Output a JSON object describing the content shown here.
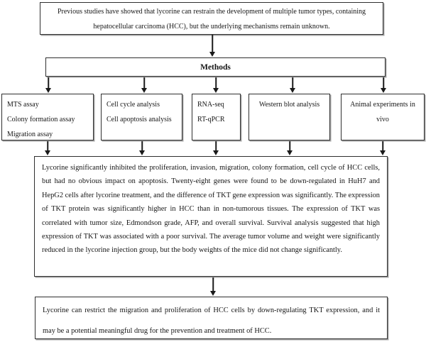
{
  "figure": {
    "premise": {
      "line1": "Previous studies have showed that lycorine can restrain the development of multiple tumor types, containing",
      "line2": "hepatocellular carcinoma (HCC), but the underlying mechanisms remain unknown."
    },
    "methods": {
      "label": "Methods"
    },
    "branches": [
      {
        "lines": [
          "MTS assay",
          "Colony formation assay",
          "Migration assay"
        ]
      },
      {
        "lines": [
          "Cell cycle analysis",
          "Cell apoptosis analysis"
        ]
      },
      {
        "lines": [
          "RNA-seq",
          "RT-qPCR"
        ]
      },
      {
        "lines": [
          "Western blot analysis"
        ]
      },
      {
        "lines": [
          "Animal experiments in",
          "vivo"
        ]
      }
    ],
    "results": {
      "text": "Lycorine significantly inhibited the proliferation, invasion, migration, colony formation, cell cycle of HCC cells, but had no obvious impact on apoptosis. Twenty-eight genes were found to be down-regulated in HuH7 and HepG2 cells after lycorine treatment, and the difference of TKT gene expression was significantly. The expression of TKT protein was significantly higher in HCC than in non-tumorous tissues. The expression of TKT was correlated with tumor size, Edmondson grade, AFP, and overall survival. Survival analysis suggested that high expression of TKT was associated with a poor survival. The average tumor volume and weight were significantly reduced in the lycorine injection group, but the body weights of the mice did not change significantly."
    },
    "conclusion": {
      "text": "Lycorine can restrict the migration and proliferation of HCC cells by down-regulating TKT expression, and it may be a potential meaningful drug for the prevention and treatment of HCC."
    }
  },
  "colors": {
    "background": "#ffffff",
    "box_border": "#2f2f2f",
    "text": "#161616",
    "arrow": "#1a1a1a"
  }
}
